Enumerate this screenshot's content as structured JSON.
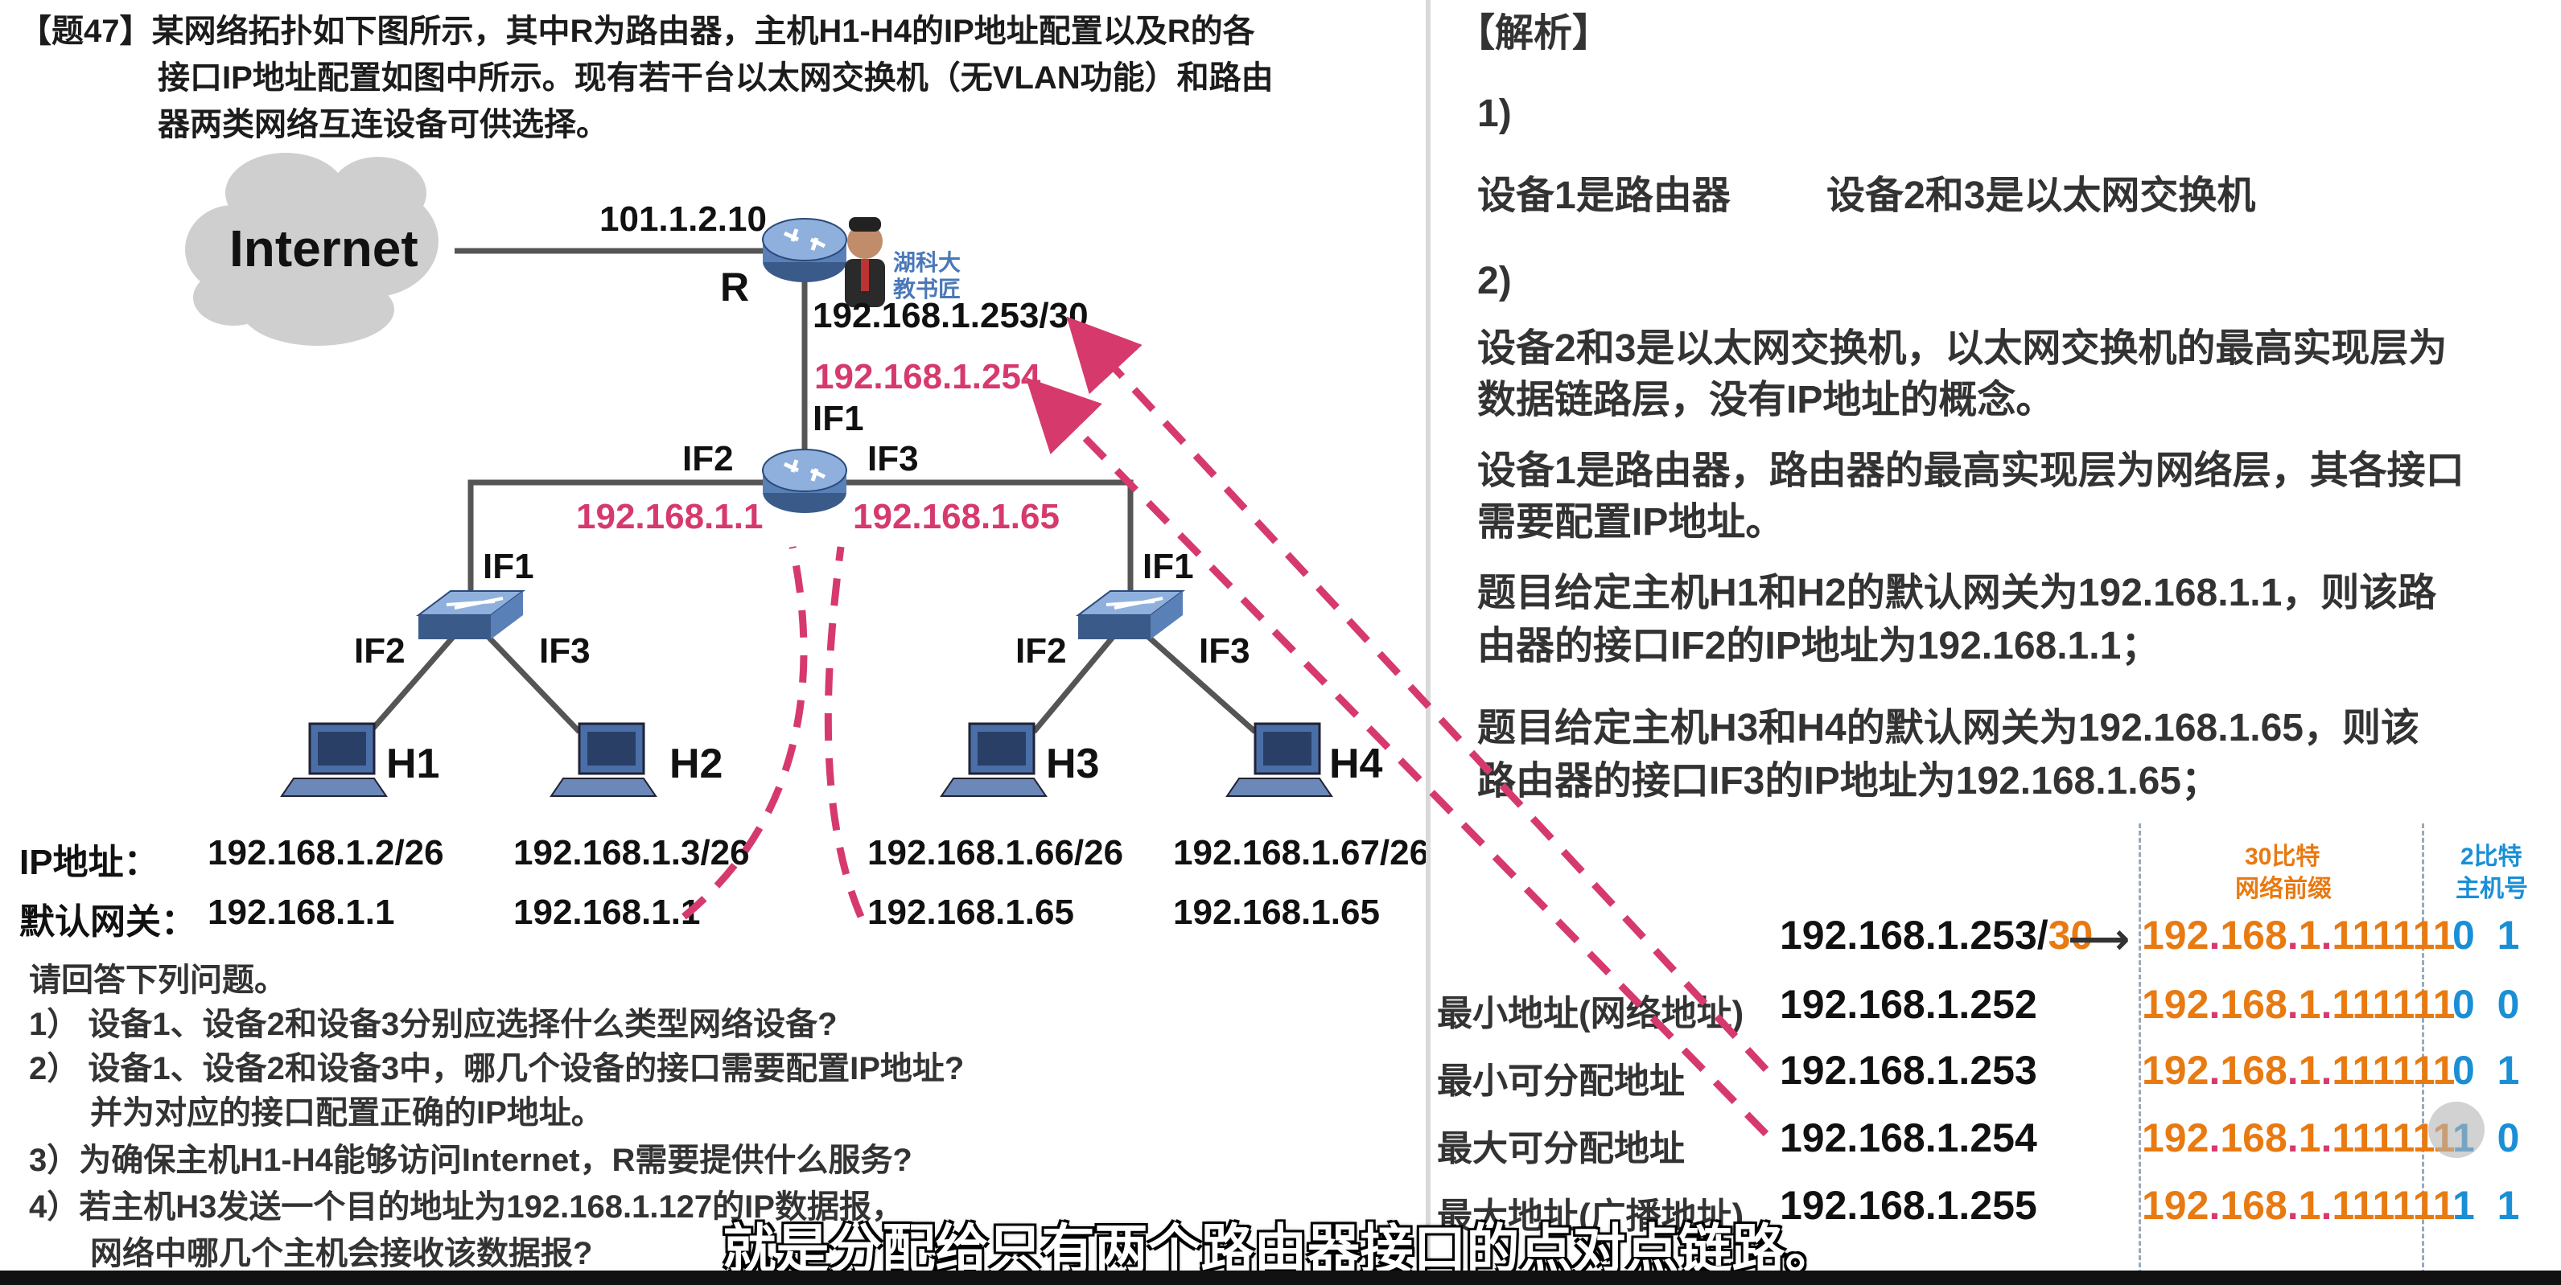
{
  "question": {
    "line1": "【题47】某网络拓扑如下图所示，其中R为路由器，主机H1-H4的IP地址配置以及R的各",
    "line2": "接口IP地址配置如图中所示。现有若干台以太网交换机（无VLAN功能）和路由",
    "line3": "器两类网络互连设备可供选择。"
  },
  "diagram": {
    "internet": "Internet",
    "r_ip": "101.1.2.10",
    "r_name": "R",
    "watermark1": "湖科大",
    "watermark2": "教书匠",
    "r_inner_ip": "192.168.1.253/30",
    "if1_ip": "192.168.1.254",
    "if1": "IF1",
    "if2": "IF2",
    "if3": "IF3",
    "if2_ip": "192.168.1.1",
    "if3_ip": "192.168.1.65",
    "sw_left_if1": "IF1",
    "sw_left_if2": "IF2",
    "sw_left_if3": "IF3",
    "sw_right_if1": "IF1",
    "sw_right_if2": "IF2",
    "sw_right_if3": "IF3",
    "hosts": [
      "H1",
      "H2",
      "H3",
      "H4"
    ],
    "ip_label": "IP地址：",
    "gw_label": "默认网关：",
    "host_ips": [
      "192.168.1.2/26",
      "192.168.1.3/26",
      "192.168.1.66/26",
      "192.168.1.67/26"
    ],
    "host_gws": [
      "192.168.1.1",
      "192.168.1.1",
      "192.168.1.65",
      "192.168.1.65"
    ]
  },
  "questions": {
    "intro": "请回答下列问题。",
    "q1": "1） 设备1、设备2和设备3分别应选择什么类型网络设备?",
    "q2a": "2） 设备1、设备2和设备3中，哪几个设备的接口需要配置IP地址?",
    "q2b": "并为对应的接口配置正确的IP地址。",
    "q3": "3）为确保主机H1-H4能够访问Internet，R需要提供什么服务?",
    "q4a": "4）若主机H3发送一个目的地址为192.168.1.127的IP数据报，",
    "q4b": "网络中哪几个主机会接收该数据报?"
  },
  "solution": {
    "title": "【解析】",
    "p1": "1)",
    "p1a": "设备1是路由器",
    "p1b": "设备2和3是以太网交换机",
    "p2": "2)",
    "s1a": "设备2和3是以太网交换机，以太网交换机的最高实现层为",
    "s1b": "数据链路层，没有IP地址的概念。",
    "s2a": "设备1是路由器，路由器的最高实现层为网络层，其各接口",
    "s2b": "需要配置IP地址。",
    "s3a": "题目给定主机H1和H2的默认网关为192.168.1.1，则该路",
    "s3b": "由器的接口IF2的IP地址为192.168.1.1；",
    "s4a": "题目给定主机H3和H4的默认网关为192.168.1.65，则该",
    "s4b": "路由器的接口IF3的IP地址为192.168.1.65；"
  },
  "table": {
    "head_net1": "30比特",
    "head_net2": "网络前缀",
    "head_host1": "2比特",
    "head_host2": "主机号",
    "given_ip": "192.168.1.253/",
    "given_mask": "30",
    "prefix_a": "192",
    "prefix_b": "168",
    "prefix_c": "1",
    "prefix_d": "111111",
    "rows": [
      {
        "label": "",
        "ip": "",
        "h1": "0",
        "h2": "1"
      },
      {
        "label": "最小地址(网络地址)",
        "ip": "192.168.1.252",
        "h1": "0",
        "h2": "0"
      },
      {
        "label": "最小可分配地址",
        "ip": "192.168.1.253",
        "h1": "0",
        "h2": "1"
      },
      {
        "label": "最大可分配地址",
        "ip": "192.168.1.254",
        "h1": "1",
        "h2": "0"
      },
      {
        "label": "最大地址(广播地址)",
        "ip": "192.168.1.255",
        "h1": "1",
        "h2": "1"
      }
    ]
  },
  "subtitle": "就是分配给只有两个路由器接口的点对点链路。",
  "colors": {
    "accent_pink": "#d63a6d",
    "orange": "#e87a12",
    "blue": "#1a8fd6"
  }
}
